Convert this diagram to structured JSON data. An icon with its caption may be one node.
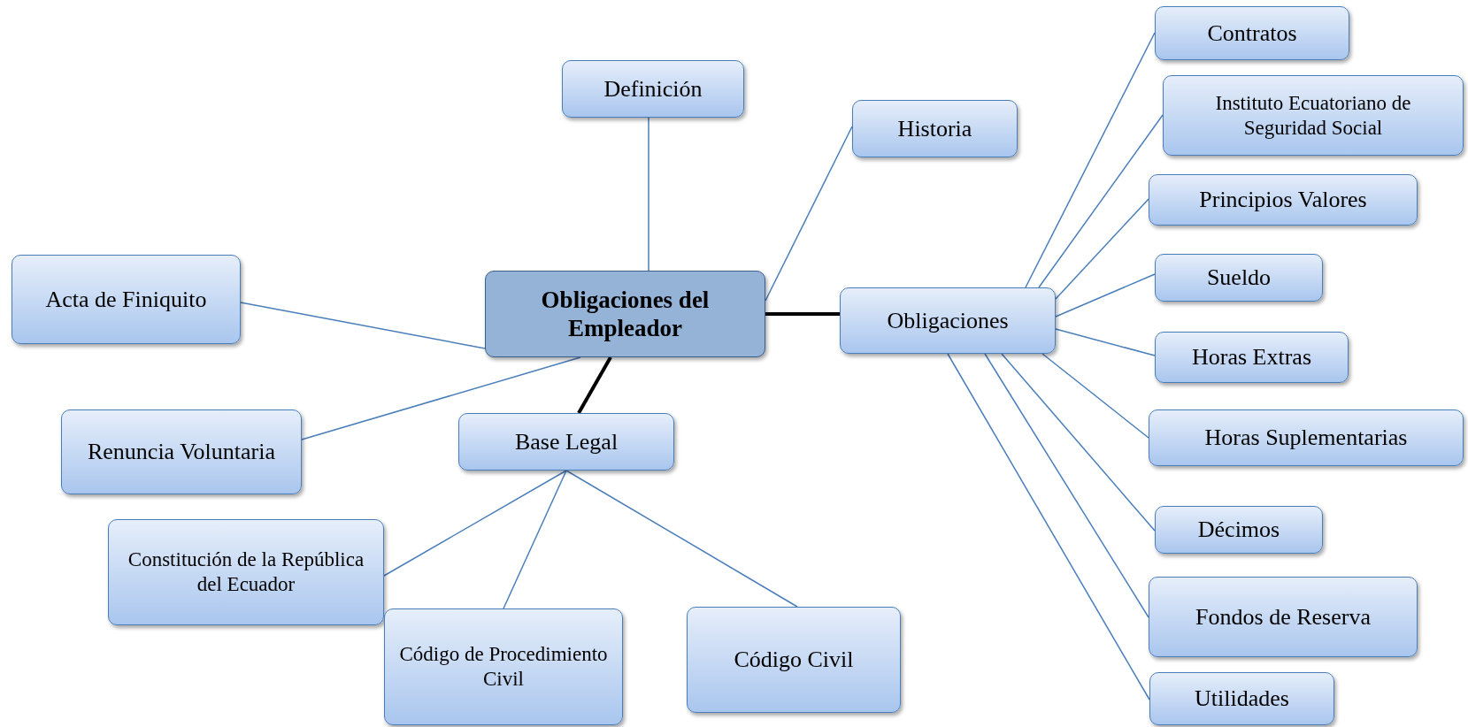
{
  "diagram": {
    "nodes": [
      {
        "text": [
          "Obligaciones del Empleador"
        ]
      },
      {
        "text": [
          "Definición"
        ]
      },
      {
        "text": [
          "Historia"
        ]
      },
      {
        "text": [
          "Acta de Finiquito"
        ]
      },
      {
        "text": [
          "Renuncia Voluntaria"
        ]
      },
      {
        "text": [
          "Base Legal"
        ]
      },
      {
        "text": [
          "Constitución de la República del Ecuador"
        ]
      },
      {
        "text": [
          "Código de Procedimiento Civil"
        ]
      },
      {
        "text": [
          "Código Civil"
        ]
      },
      {
        "text": [
          "Obligaciones"
        ]
      },
      {
        "text": [
          "Contratos"
        ]
      },
      {
        "text": [
          "Instituto Ecuatoriano de Seguridad Social"
        ]
      },
      {
        "text": [
          "Principios Valores"
        ]
      },
      {
        "text": [
          "Sueldo"
        ]
      },
      {
        "text": [
          "Horas Extras"
        ]
      },
      {
        "text": [
          "Horas Suplementarias"
        ]
      },
      {
        "text": [
          "Décimos"
        ]
      },
      {
        "text": [
          "Fondos de Reserva"
        ]
      },
      {
        "text": [
          "Utilidades"
        ]
      }
    ],
    "edges": [
      {
        "from": 0,
        "to": 1,
        "arrow": "none"
      },
      {
        "from": 0,
        "to": 2,
        "arrow": "none"
      },
      {
        "from": 0,
        "to": 3,
        "arrow": "none"
      },
      {
        "from": 0,
        "to": 4,
        "arrow": "none"
      },
      {
        "from": 0,
        "to": 5,
        "arrow": "none",
        "style": "thick",
        "color": "#000000"
      },
      {
        "from": 0,
        "to": 9,
        "arrow": "none",
        "style": "thick",
        "color": "#000000"
      },
      {
        "from": 5,
        "to": 6,
        "arrow": "none"
      },
      {
        "from": 5,
        "to": 7,
        "arrow": "none"
      },
      {
        "from": 5,
        "to": 8,
        "arrow": "none"
      },
      {
        "from": 9,
        "to": 10,
        "arrow": "none"
      },
      {
        "from": 9,
        "to": 11,
        "arrow": "none"
      },
      {
        "from": 9,
        "to": 12,
        "arrow": "none"
      },
      {
        "from": 9,
        "to": 13,
        "arrow": "none"
      },
      {
        "from": 9,
        "to": 14,
        "arrow": "none"
      },
      {
        "from": 9,
        "to": 15,
        "arrow": "none"
      },
      {
        "from": 9,
        "to": 16,
        "arrow": "none"
      },
      {
        "from": 9,
        "to": 17,
        "arrow": "none"
      },
      {
        "from": 9,
        "to": 18,
        "arrow": "none"
      }
    ]
  }
}
